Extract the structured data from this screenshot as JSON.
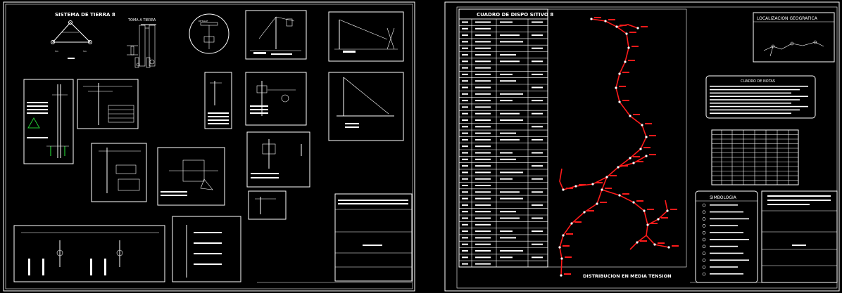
{
  "sheet_left": {
    "title_ground": "SISTEMA DE TIERRA 8",
    "title_toma": "TOMA A TIERRA"
  },
  "sheet_right": {
    "table_title": "CUADRO DE DISPO SITIVO 8",
    "map_title": "DISTRIBUCION EN MEDIA TENSION",
    "location_title": "LOCALIZACION GEOGRAFICA",
    "notes_title": "CUADRO DE NOTAS",
    "legend_title": "SIMBOLOGIA"
  },
  "colors": {
    "background": "#000000",
    "lines": "#ffffff",
    "network": "#ff1a1a",
    "accent": "#22cc33"
  }
}
